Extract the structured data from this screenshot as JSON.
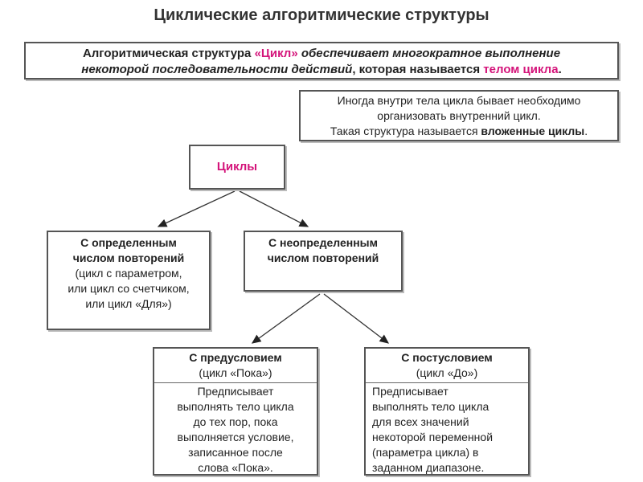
{
  "title": "Циклические алгоритмические структуры",
  "intro": {
    "part1": "Алгоритмическая структура ",
    "cycle_word": "«Цикл»",
    "part2": " обеспечивает многократное выполнение",
    "part3": "некоторой последовательности действий",
    "part4": ", которая называется ",
    "body_term": "телом цикла",
    "period": "."
  },
  "note": {
    "line1": "Иногда внутри тела цикла бывает необходимо",
    "line2": "организовать внутренний цикл.",
    "line3": "Такая структура называется ",
    "term": "вложенные циклы",
    "period": "."
  },
  "root": "Циклы",
  "definite": {
    "title1": "С определенным",
    "title2": "числом повторений",
    "line1": "(цикл с параметром,",
    "line2": "или цикл со счетчиком,",
    "line3": "или цикл «Для»)"
  },
  "indefinite": {
    "title1": "С неопределенным",
    "title2": "числом повторений"
  },
  "precondition": {
    "title": "С предусловием",
    "subtitle": "(цикл «Пока»)",
    "body": [
      "Предписывает",
      "выполнять тело цикла",
      "до тех пор, пока",
      "выполняется условие,",
      "записанное после",
      "слова «Пока»."
    ]
  },
  "postcondition": {
    "title": "С постусловием",
    "subtitle": "(цикл «До»)",
    "body": [
      "Предписывает",
      "выполнять тело цикла",
      "для всех значений",
      "некоторой переменной",
      "(параметра цикла) в",
      "заданном диапазоне."
    ]
  },
  "colors": {
    "accent": "#d4147a",
    "border": "#555555"
  }
}
